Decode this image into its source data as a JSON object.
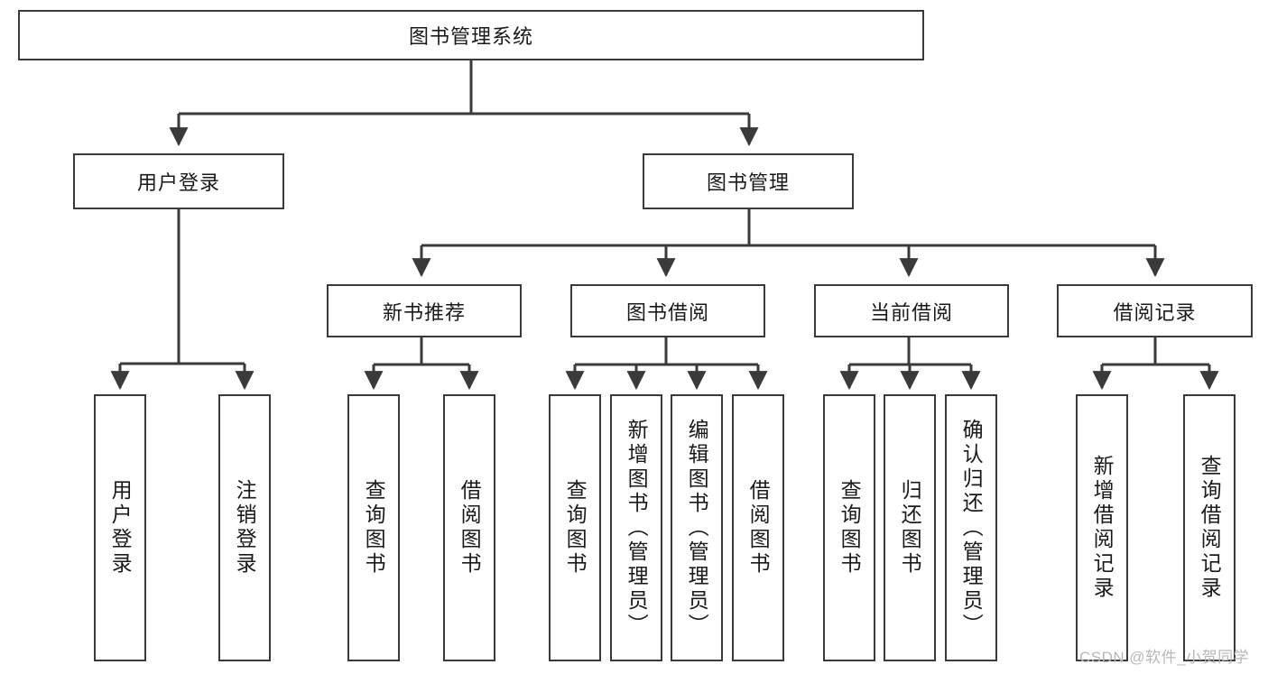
{
  "diagram": {
    "type": "hierarchy-tree",
    "title_node": {
      "label": "图书管理系统"
    },
    "level2": [
      {
        "id": "user-login",
        "label": "用户登录"
      },
      {
        "id": "book-management",
        "label": "图书管理"
      }
    ],
    "level3": [
      {
        "id": "new-book-recommend",
        "label": "新书推荐",
        "parent": "book-management"
      },
      {
        "id": "book-borrow",
        "label": "图书借阅",
        "parent": "book-management"
      },
      {
        "id": "current-borrow",
        "label": "当前借阅",
        "parent": "book-management"
      },
      {
        "id": "borrow-record",
        "label": "借阅记录",
        "parent": "book-management"
      }
    ],
    "leaves": [
      {
        "id": "leaf-user-login",
        "label": "用户登录",
        "parent": "user-login"
      },
      {
        "id": "leaf-logout-login",
        "label": "注销登录",
        "parent": "user-login"
      },
      {
        "id": "leaf-query-book-1",
        "label": "查询图书",
        "parent": "new-book-recommend"
      },
      {
        "id": "leaf-borrow-book-1",
        "label": "借阅图书",
        "parent": "new-book-recommend"
      },
      {
        "id": "leaf-query-book-2",
        "label": "查询图书",
        "parent": "book-borrow"
      },
      {
        "id": "leaf-add-book",
        "label": "新增图书（管理员）",
        "parent": "book-borrow"
      },
      {
        "id": "leaf-edit-book",
        "label": "编辑图书（管理员）",
        "parent": "book-borrow"
      },
      {
        "id": "leaf-borrow-book-2",
        "label": "借阅图书",
        "parent": "book-borrow"
      },
      {
        "id": "leaf-query-book-3",
        "label": "查询图书",
        "parent": "current-borrow"
      },
      {
        "id": "leaf-return-book",
        "label": "归还图书",
        "parent": "current-borrow"
      },
      {
        "id": "leaf-confirm-return",
        "label": "确认归还（管理员）",
        "parent": "current-borrow"
      },
      {
        "id": "leaf-add-record",
        "label": "新增借阅记录",
        "parent": "borrow-record"
      },
      {
        "id": "leaf-query-record",
        "label": "查询借阅记录",
        "parent": "borrow-record"
      }
    ],
    "watermark": "CSDN @软件_小贺同学",
    "colors": {
      "stroke": "#3a3a3a",
      "background": "#ffffff",
      "text": "#1a1a1a",
      "watermark": "#b8b8b8"
    }
  }
}
